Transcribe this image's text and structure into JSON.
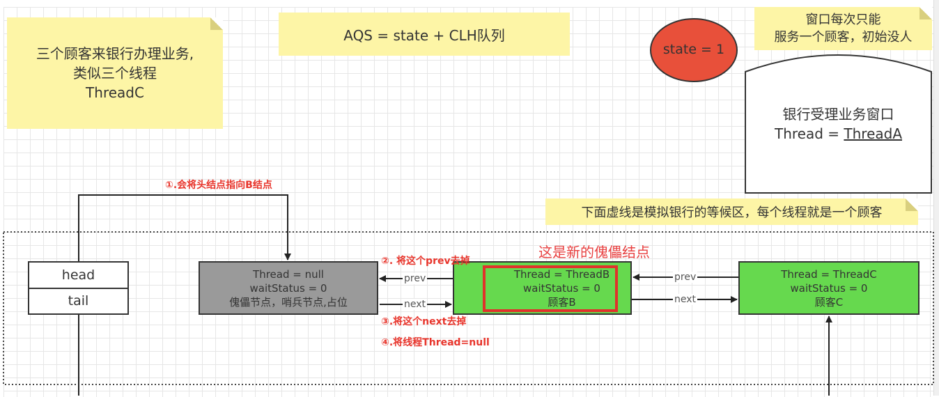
{
  "notes": {
    "customers": [
      "三个顾客来银行办理业务,",
      "类似三个线程",
      "ThreadC"
    ],
    "aqs": "AQS = state + CLH队列",
    "window_rule": [
      "窗口每次只能",
      "服务一个顾客，初始没人"
    ],
    "waiting_area": "下面虚线是模拟银行的等候区，每个线程就是一个顾客"
  },
  "state": {
    "label": "state = 1",
    "color": "#e8503a"
  },
  "window": {
    "title": "银行受理业务窗口",
    "thread_prefix": "Thread = ",
    "thread_value": "ThreadA"
  },
  "queue": {
    "head": "head",
    "tail": "tail",
    "sentinel": [
      "Thread = null",
      "waitStatus = 0",
      "傀儡节点，哨兵节点,占位"
    ],
    "nodeB": [
      "Thread = ThreadB",
      "waitStatus = 0",
      "顾客B"
    ],
    "nodeC": [
      "Thread = ThreadC",
      "waitStatus = 0",
      "顾客C"
    ],
    "prev": "prev",
    "next": "next",
    "new_dummy_label": "这是新的傀儡结点"
  },
  "steps": [
    "①.会将头结点指向B结点",
    "②. 将这个prev去掉",
    "③.将这个next去掉",
    "④.将线程Thread=null"
  ],
  "colors": {
    "note": "#fdf5a6",
    "green": "#66d94e",
    "gray": "#9a9a9a",
    "red": "#e8352c"
  }
}
